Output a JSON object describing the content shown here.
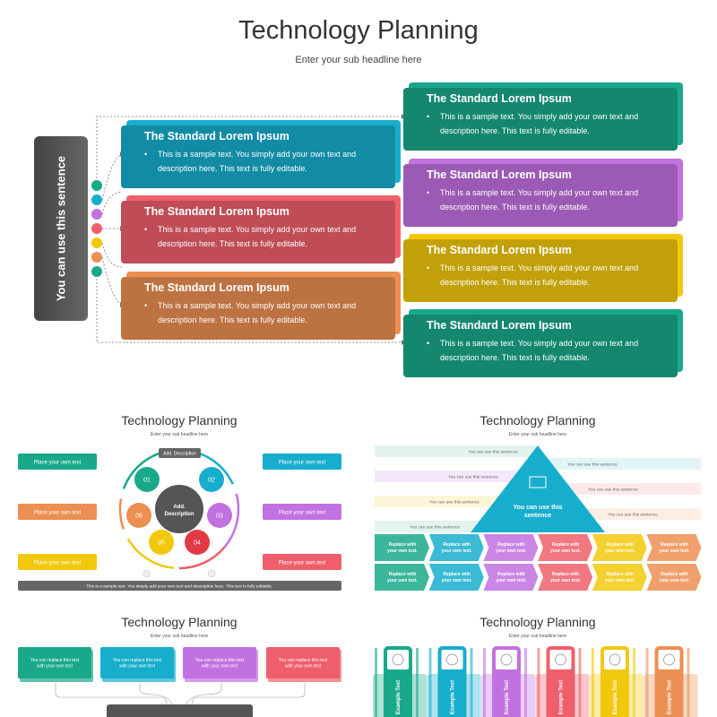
{
  "title": "Technology Planning",
  "subtitle": "Enter your sub headline here",
  "sidebar_text": "You can use this sentence",
  "colors": {
    "teal": "#19a98a",
    "cyan": "#17aecd",
    "purple": "#c271e0",
    "red": "#ef5f6b",
    "yellow": "#f2c80c",
    "orange": "#ec8f52",
    "dark": "#555555"
  },
  "dots": [
    "#19a98a",
    "#17aecd",
    "#c271e0",
    "#ef5f6b",
    "#f2c80c",
    "#ec8f52",
    "#19a98a"
  ],
  "left_cards": [
    {
      "title": "The Standard Lorem Ipsum",
      "text": "This is a sample text. You simply add your own text and description here. This text is fully editable.",
      "color": "#17aecd"
    },
    {
      "title": "The Standard Lorem Ipsum",
      "text": "This is a sample text. You simply add your own text and description here. This text is fully editable.",
      "color": "#ef5f6b"
    },
    {
      "title": "The Standard Lorem Ipsum",
      "text": "This is a sample text. You simply add your own text and description here. This text is fully editable.",
      "color": "#ec8f52"
    }
  ],
  "right_cards": [
    {
      "title": "The Standard Lorem Ipsum",
      "text": "This is a sample text. You simply add your own text and description here. This text is fully editable.",
      "color": "#19a98a"
    },
    {
      "title": "The Standard Lorem Ipsum",
      "text": "This is a sample text. You simply add your own text and description here. This text is fully editable.",
      "color": "#c271e0"
    },
    {
      "title": "The Standard Lorem Ipsum",
      "text": "This is a sample text. You simply add your own text and description here. This text is fully editable.",
      "color": "#f2c80c"
    },
    {
      "title": "The Standard Lorem Ipsum",
      "text": "This is a sample text. You simply add your own text and description here. This text is fully editable.",
      "color": "#19a98a"
    }
  ],
  "thumb1": {
    "title": "Technology Planning",
    "subtitle": "Enter your sub headline here",
    "label": "Add. Description",
    "center": [
      "Add.",
      "Description"
    ],
    "boxes": [
      {
        "text": "Place your own text",
        "color": "#19a98a"
      },
      {
        "text": "Place your own text",
        "color": "#ec8f52"
      },
      {
        "text": "Place your own text",
        "color": "#f2c80c"
      },
      {
        "text": "Place your own text",
        "color": "#17aecd"
      },
      {
        "text": "Place your own text",
        "color": "#c271e0"
      },
      {
        "text": "Place your own text",
        "color": "#ef5f6b"
      }
    ],
    "balls": [
      {
        "n": "01",
        "color": "#19a98a"
      },
      {
        "n": "02",
        "color": "#17aecd"
      },
      {
        "n": "03",
        "color": "#c271e0"
      },
      {
        "n": "04",
        "color": "#e23a45"
      },
      {
        "n": "05",
        "color": "#f2c80c"
      },
      {
        "n": "06",
        "color": "#ec8f52"
      }
    ],
    "bottom": "This is a sample text. You simply add your own text and description here. This text is fully editable."
  },
  "thumb2": {
    "title": "Technology Planning",
    "subtitle": "Enter your sub headline here",
    "pyramid_text": [
      "You can use this",
      "sentence"
    ],
    "strips": [
      "You can use this sentence",
      "You can use this sentence",
      "You can use this sentence",
      "You can use this sentence",
      "You can use this sentence",
      "You can use this sentence",
      "You can use this sentence"
    ],
    "chevron_text": [
      "Replace with",
      "your own text."
    ]
  },
  "thumb3": {
    "title": "Technology Planning",
    "subtitle": "Enter your sub headline here",
    "boxes": [
      "You can replace this text with your own text",
      "You can replace this text with your own text",
      "You can replace this text with your own text",
      "You can replace this text with your own text"
    ],
    "colors": [
      "#19a98a",
      "#17aecd",
      "#c271e0",
      "#ef5f6b"
    ]
  },
  "thumb4": {
    "title": "Technology Planning",
    "subtitle": "Enter your sub headline here",
    "columns": [
      "Example Text",
      "Example Text",
      "Example Text",
      "Example Text",
      "Example Text",
      "Example Text"
    ],
    "colors": [
      "#19a98a",
      "#17aecd",
      "#c271e0",
      "#ef5f6b",
      "#f2c80c",
      "#ec8f52"
    ]
  }
}
